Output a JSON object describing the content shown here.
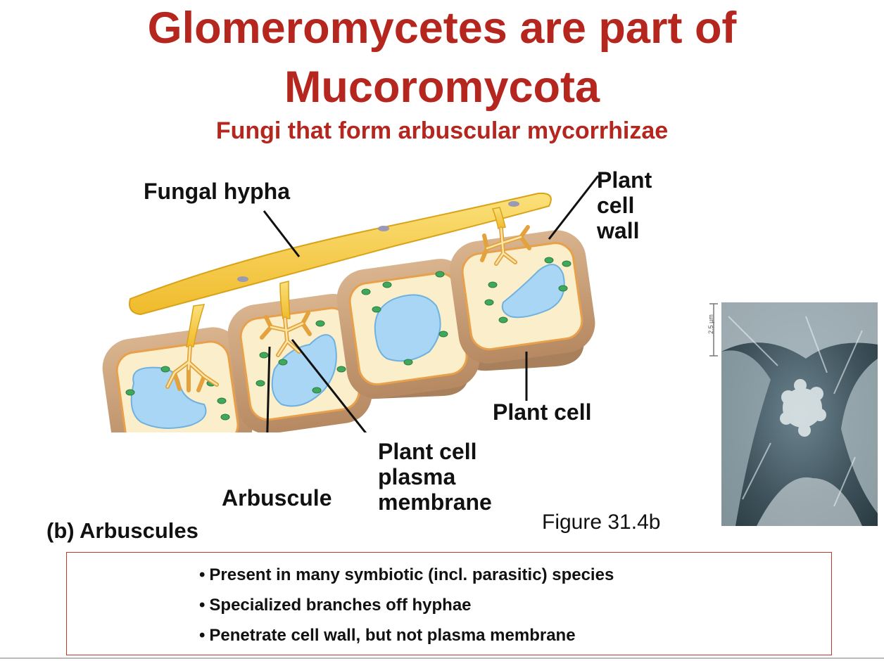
{
  "title_line1": "Glomeromycetes are part of",
  "title_line2": "Mucoromycota",
  "subtitle": "Fungi that form arbuscular mycorrhizae",
  "labels": {
    "fungal_hypha": "Fungal hypha",
    "plant_cell_wall": "Plant\ncell\nwall",
    "plant_cell": "Plant cell",
    "plasma_membrane": "Plant cell\nplasma\nmembrane",
    "arbuscule": "Arbuscule"
  },
  "figure_ref": "Figure 31.4b",
  "caption": "(b) Arbuscules",
  "scale_bar": "2.5 µm",
  "bullets": [
    "Present in many symbiotic (incl. parasitic) species",
    "Specialized branches off hyphae",
    "Penetrate cell wall, but not plasma membrane"
  ],
  "colors": {
    "title": "#b5261e",
    "hypha": "#f5c842",
    "cell_wall": "#c9a07a",
    "cytoplasm": "#fbeecb",
    "vacuole": "#a9d6f5",
    "chloroplast": "#3fa85a",
    "box_border": "#c0392b"
  }
}
